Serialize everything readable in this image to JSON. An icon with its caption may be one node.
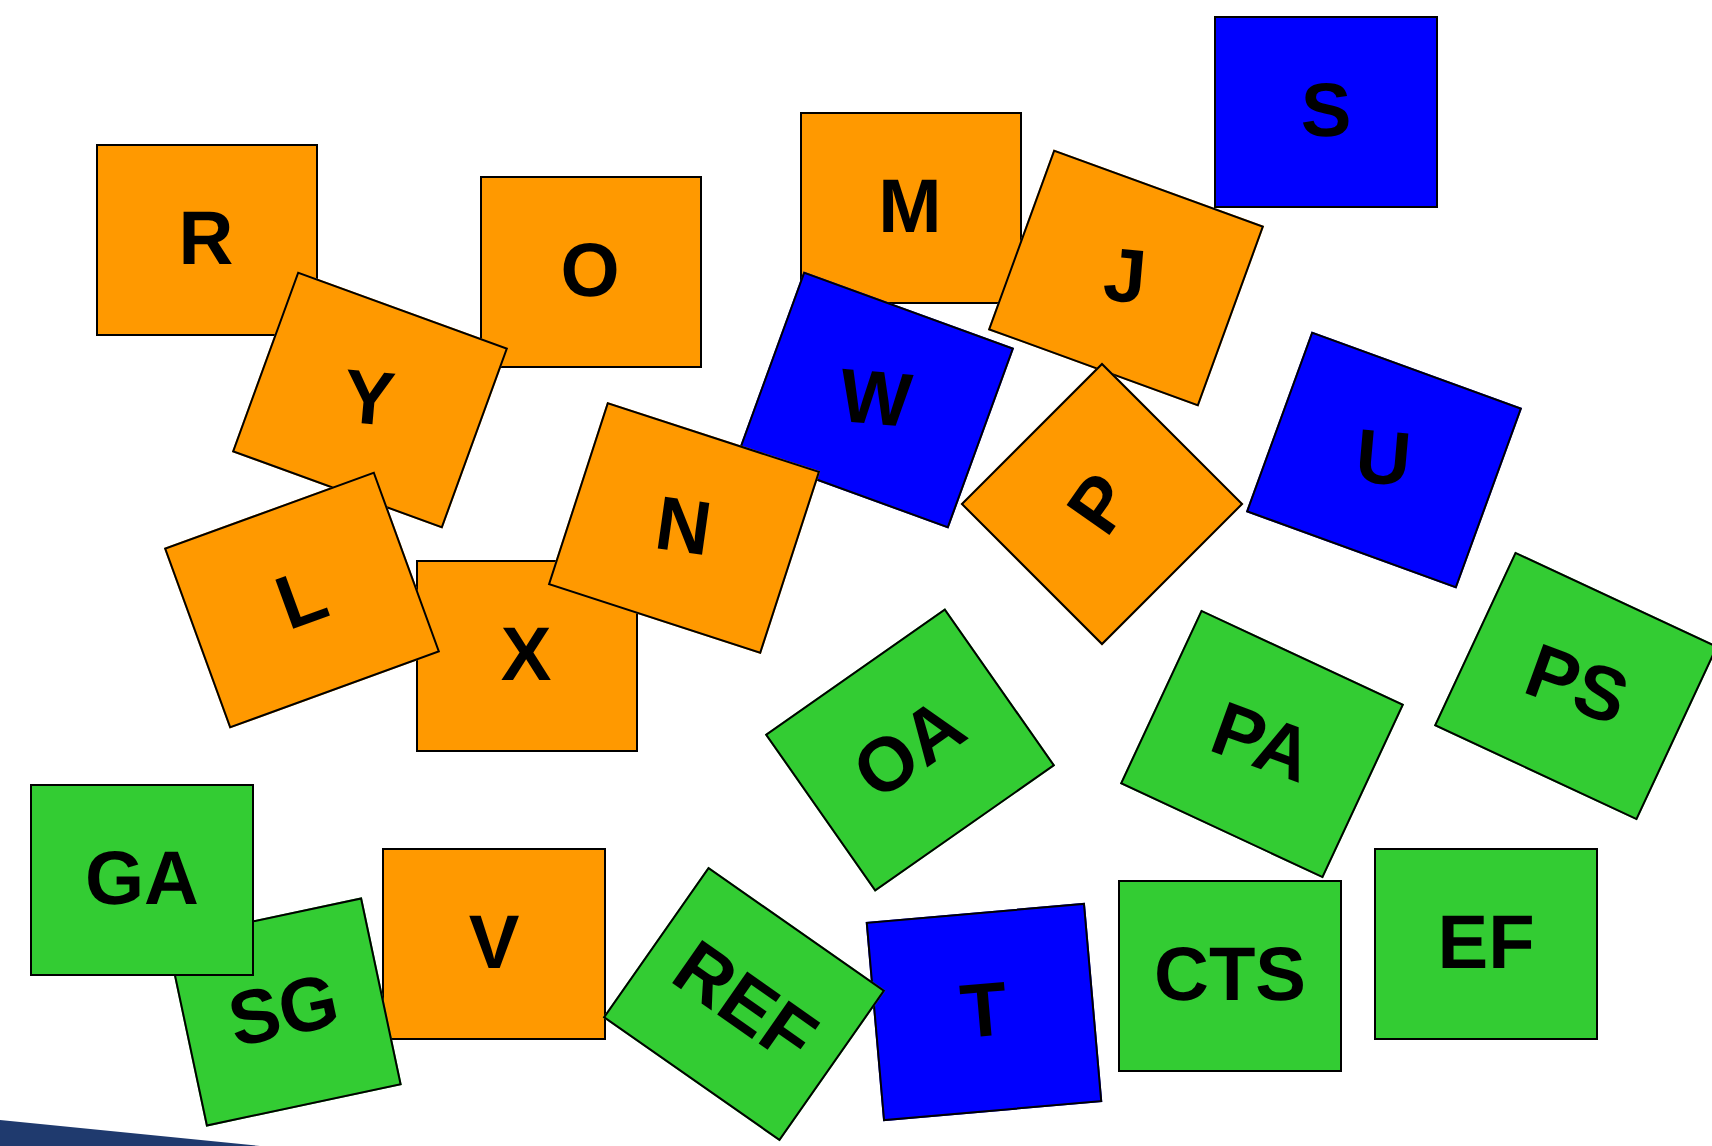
{
  "diagram": {
    "nodes": [
      {
        "text": [
          "S"
        ]
      },
      {
        "text": [
          "M"
        ]
      },
      {
        "text": [
          "R"
        ]
      },
      {
        "text": [
          "O"
        ]
      },
      {
        "text": [
          "J"
        ]
      },
      {
        "text": [
          "Y"
        ]
      },
      {
        "text": [
          "W"
        ]
      },
      {
        "text": [
          "U"
        ]
      },
      {
        "text": [
          "P"
        ]
      },
      {
        "text": [
          "N"
        ]
      },
      {
        "text": [
          "L"
        ]
      },
      {
        "text": [
          "X"
        ]
      },
      {
        "text": [
          "OA"
        ]
      },
      {
        "text": [
          "PA"
        ]
      },
      {
        "text": [
          "PS"
        ]
      },
      {
        "text": [
          "GA"
        ]
      },
      {
        "text": [
          "V"
        ]
      },
      {
        "text": [
          "SG"
        ]
      },
      {
        "text": [
          "REF"
        ]
      },
      {
        "text": [
          "T"
        ]
      },
      {
        "text": [
          "CTS"
        ]
      },
      {
        "text": [
          "EF"
        ]
      }
    ]
  }
}
